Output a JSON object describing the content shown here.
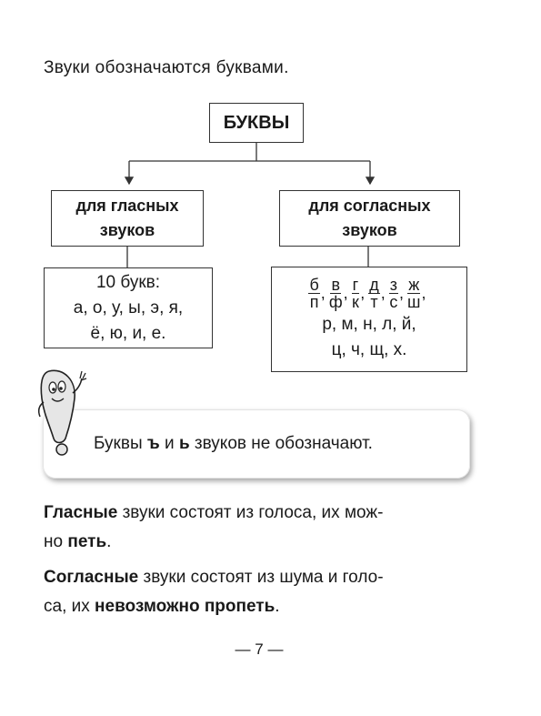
{
  "intro_text": "Звуки обозначаются буквами.",
  "diagram": {
    "title": "БУКВЫ",
    "vowels_label_line1": "для гласных",
    "vowels_label_line2": "звуков",
    "consonants_label_line1": "для согласных",
    "consonants_label_line2": "звуков",
    "vowels_list": {
      "line1": "10 букв:",
      "line2": "а, о, у, ы, э, я,",
      "line3": "ё, ю, и, е."
    },
    "consonants_list": {
      "pairs": [
        {
          "top": "б",
          "bottom": "п",
          "sep": ","
        },
        {
          "top": "в",
          "bottom": "ф",
          "sep": ","
        },
        {
          "top": "г",
          "bottom": "к",
          "sep": ","
        },
        {
          "top": "д",
          "bottom": "т",
          "sep": ","
        },
        {
          "top": "з",
          "bottom": "с",
          "sep": ","
        },
        {
          "top": "ж",
          "bottom": "ш",
          "sep": ","
        }
      ],
      "line2": "р, м, н, л, й,",
      "line3": "ц, ч, щ, х."
    }
  },
  "note": {
    "text_start": "Буквы",
    "letter1": "ъ",
    "conj": "и",
    "letter2": "ь",
    "text_end": "звуков не обозначают."
  },
  "paragraph1": {
    "bold1": "Гласные",
    "text1": " звуки состоят из голоса, их мож-",
    "text2": "но ",
    "bold2": "петь",
    "text3": "."
  },
  "paragraph2": {
    "bold1": "Согласные",
    "text1": " звуки состоят из шума и голо-",
    "text2": "са, их ",
    "bold2": "невозможно пропеть",
    "text3": "."
  },
  "page_number": "— 7 —",
  "colors": {
    "line": "#333333",
    "text": "#1a1a1a",
    "mascot_fill": "#e6e6e6"
  },
  "icons": {
    "mascot": "exclamation-mascot-icon"
  }
}
